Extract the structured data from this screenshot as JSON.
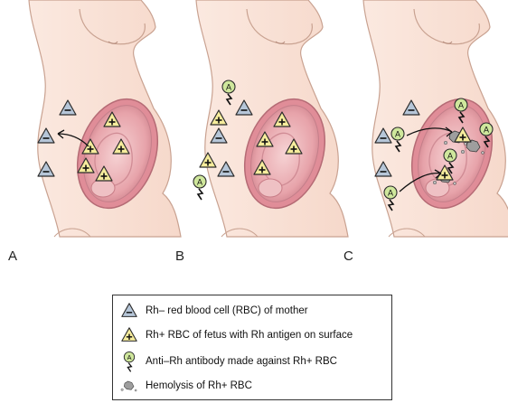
{
  "panels": [
    {
      "letter": "A"
    },
    {
      "letter": "B"
    },
    {
      "letter": "C"
    }
  ],
  "symbols": {
    "mother_sign": "−",
    "fetus_sign": "+",
    "antibody_letter": "A"
  },
  "legend": {
    "items": [
      {
        "icon": "rh-negative-rbc-icon",
        "label": "Rh– red blood cell (RBC) of mother"
      },
      {
        "icon": "rh-positive-rbc-icon",
        "label": "Rh+ RBC of fetus with Rh antigen on surface"
      },
      {
        "icon": "anti-rh-antibody-icon",
        "label": "Anti–Rh antibody made against Rh+ RBC"
      },
      {
        "icon": "hemolysis-icon",
        "label": "Hemolysis of Rh+ RBC"
      }
    ]
  },
  "colors": {
    "skin": "#f9e3d8",
    "skin_outline": "#c9a291",
    "womb": "#e9a2a9",
    "womb_inner": "#f2c3c6",
    "mother_cell": "#b6c6d8",
    "fetus_cell": "#f6ec9c",
    "antibody": "#cfe79c"
  }
}
